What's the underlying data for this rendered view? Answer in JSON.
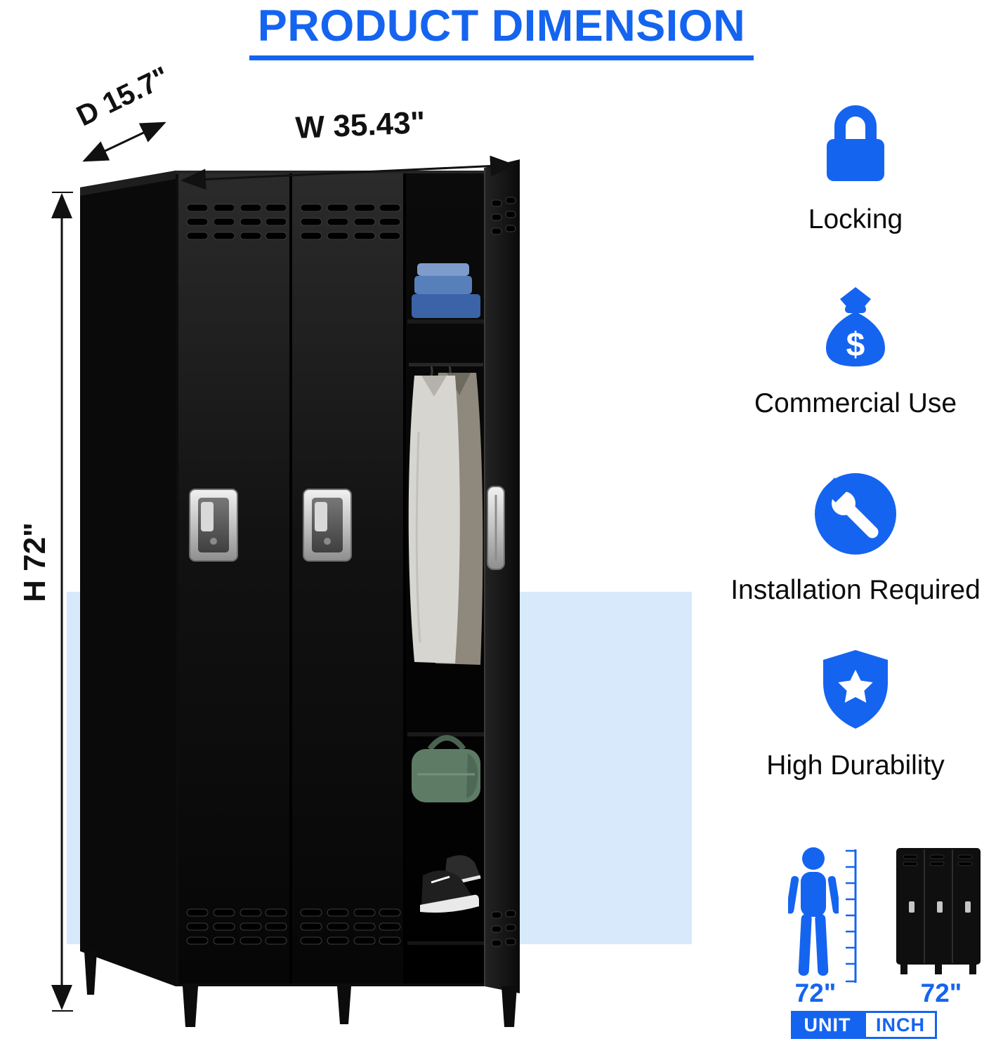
{
  "title": "PRODUCT DIMENSION",
  "dimensions": {
    "depth": "D 15.7\"",
    "width": "W 35.43\"",
    "height": "H 72\""
  },
  "features": [
    {
      "icon": "lock-icon",
      "label": "Locking"
    },
    {
      "icon": "money-bag-icon",
      "label": "Commercial Use",
      "icon_symbol": "$"
    },
    {
      "icon": "wrench-icon",
      "label": "Installation Required"
    },
    {
      "icon": "shield-star-icon",
      "label": "High Durability"
    }
  ],
  "scale_comparison": {
    "person_height": "72\"",
    "locker_height": "72\"",
    "unit_label": "UNIT",
    "inch_label": "INCH"
  },
  "colors": {
    "accent_blue": "#1564F0",
    "band_blue": "#D8E9FC",
    "locker_black": "#0D0D0D"
  }
}
